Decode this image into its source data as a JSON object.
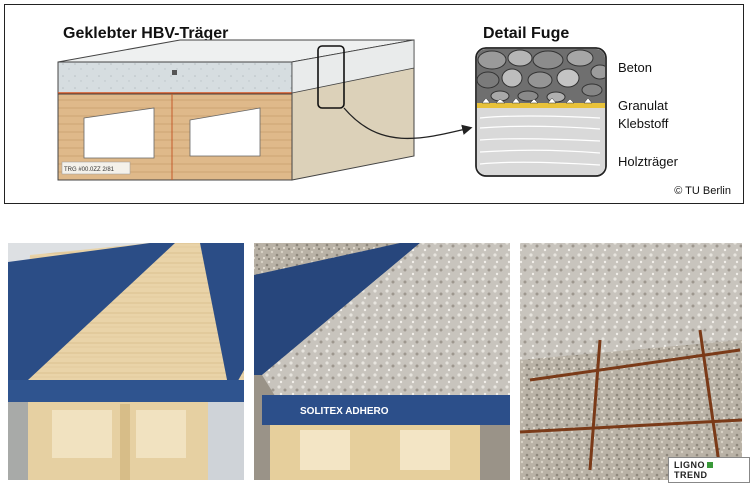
{
  "diagram": {
    "title_main": "Geklebter HBV-Träger",
    "title_detail": "Detail Fuge",
    "labels": {
      "beton": "Beton",
      "granulat": "Granulat",
      "klebstoff": "Klebstoff",
      "holztraeger": "Holzträger"
    },
    "beam_stamp": "TRG  #00.0ZZ  2/81",
    "copyright": "© TU Berlin"
  },
  "photos": {
    "logo_left": "LIGNO",
    "logo_right": "TREND",
    "tape_text": "SOLITEX ADHERO"
  }
}
